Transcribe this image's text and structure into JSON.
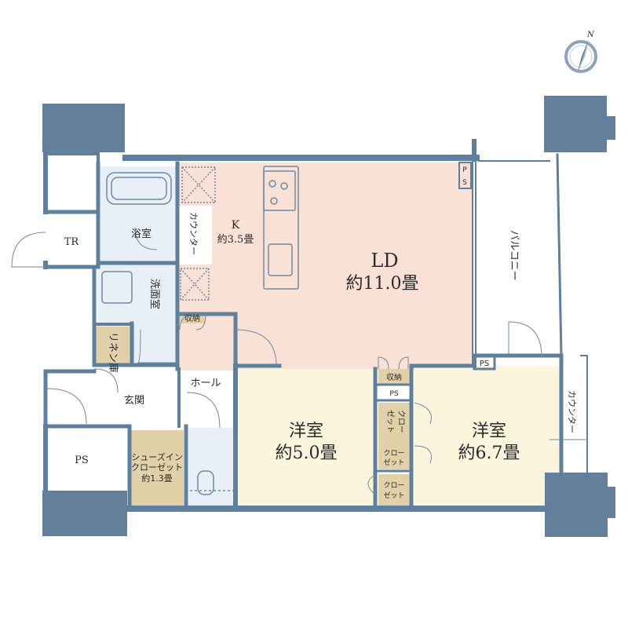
{
  "compass": {
    "north_label": "N",
    "icon": "compass-icon"
  },
  "colors": {
    "wall": "#5e7f9d",
    "column": "#647f9b",
    "ld": "#f9e1d6",
    "room": "#faf5dc",
    "storage": "#e0d1a8",
    "wet": "#e8eff7",
    "outline": "#6f8aa4",
    "balcony_rail": "#7c95ad"
  },
  "rooms": {
    "ld_name": "LD",
    "ld_size": "約11.0畳",
    "k_name": "K",
    "k_size": "約3.5畳",
    "counter_k": "カウンター",
    "bath": "浴室",
    "washroom": "洗面室",
    "linen": "リネン庫",
    "tr": "TR",
    "entrance": "玄関",
    "hall": "ホール",
    "ps_left": "PS",
    "shoe_line1": "シューズイン",
    "shoe_line2": "クローゼット",
    "shoe_line3": "約1.3畳",
    "storage_small": "収納",
    "western1_name": "洋室",
    "western1_size": "約5.0畳",
    "western2_name": "洋室",
    "western2_size": "約6.7畳",
    "storage_mid": "収納",
    "ps_mid": "PS",
    "closet_a_line1": "クロー",
    "closet_a_line2": "ゼット",
    "closet_b_line1": "クロー",
    "closet_b_line2": "ゼット",
    "closet_c_line1": "クロー",
    "closet_c_line2": "ゼット",
    "balcony": "バルコニー",
    "counter_right": "カウンター",
    "ps_top": "PS",
    "ps_bottom": "PS"
  }
}
